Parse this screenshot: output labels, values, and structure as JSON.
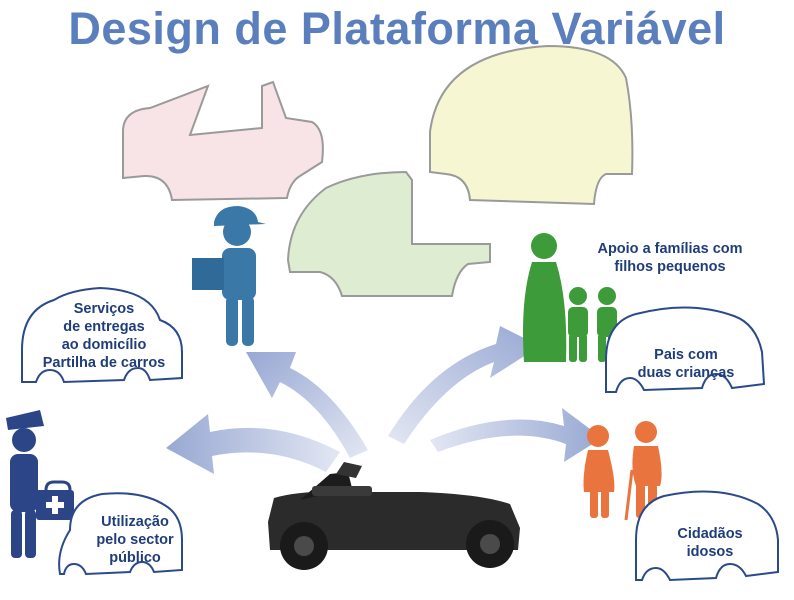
{
  "title": "Design de Plataforma Variável",
  "colors": {
    "title": "#5b7fbd",
    "label_text": "#1f3d7a",
    "bubble_outline": "#2b4a8c",
    "body_pink": "#f8e3e6",
    "body_yellow": "#f7f6d2",
    "body_green": "#deecd2",
    "arrow": "#b8c3e0",
    "person_blue": "#3a78a8",
    "person_navy": "#2c4587",
    "person_green": "#3d9b3a",
    "person_orange": "#e9743e"
  },
  "bubbles": {
    "delivery": {
      "lines": [
        "Serviços",
        "de entregas",
        "ao domicílio",
        "Partilha de carros"
      ]
    },
    "public": {
      "lines": [
        "Utilização",
        "pelo sector",
        "público"
      ]
    },
    "families": {
      "lines": [
        "Apoio a famílias com",
        "filhos pequenos"
      ]
    },
    "parents": {
      "lines": [
        "Pais com",
        "duas crianças"
      ]
    },
    "elderly": {
      "lines": [
        "Cidadãos",
        "idosos"
      ]
    }
  },
  "icons": [
    "delivery-person-icon",
    "nurse-medical-icon",
    "family-icon",
    "elderly-couple-icon",
    "platform-chassis-icon"
  ]
}
